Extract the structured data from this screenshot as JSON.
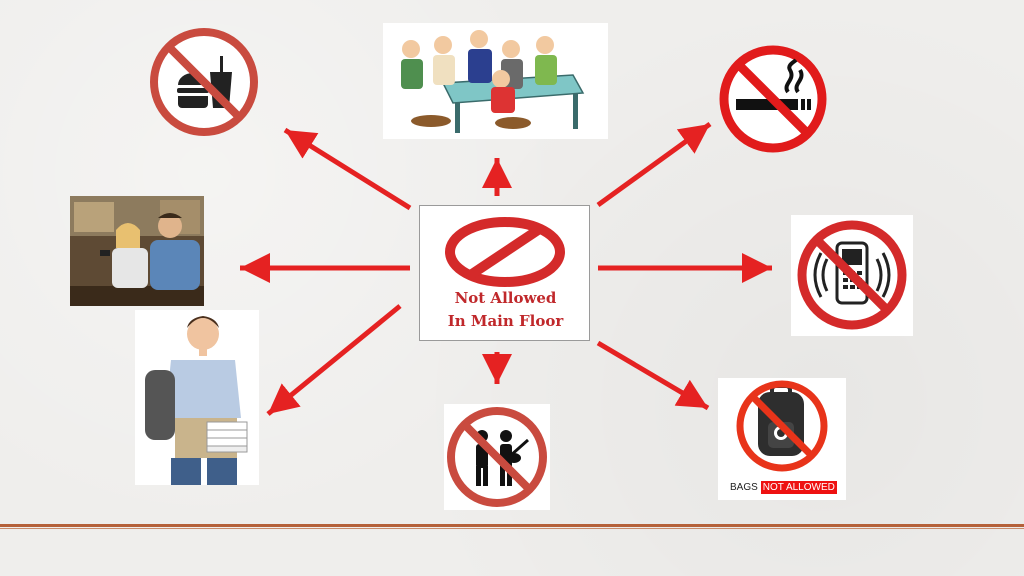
{
  "center": {
    "line1": "Not Allowed",
    "line2": "In Main Floor"
  },
  "items": {
    "bags_word": "BAGS",
    "bags_tag": "NOT ALLOWED"
  },
  "colors": {
    "arrow": "#e52222",
    "prohibition": "#d42a2a",
    "footer": "#b5613a"
  },
  "icons": {
    "food": "no-food-icon",
    "meeting": "group-meeting-image",
    "smoking": "no-smoking-icon",
    "phone": "no-phone-icon",
    "bags": "no-bags-icon",
    "music": "no-music-icon",
    "student": "student-with-backpack-image",
    "couple": "couple-chatting-image"
  }
}
